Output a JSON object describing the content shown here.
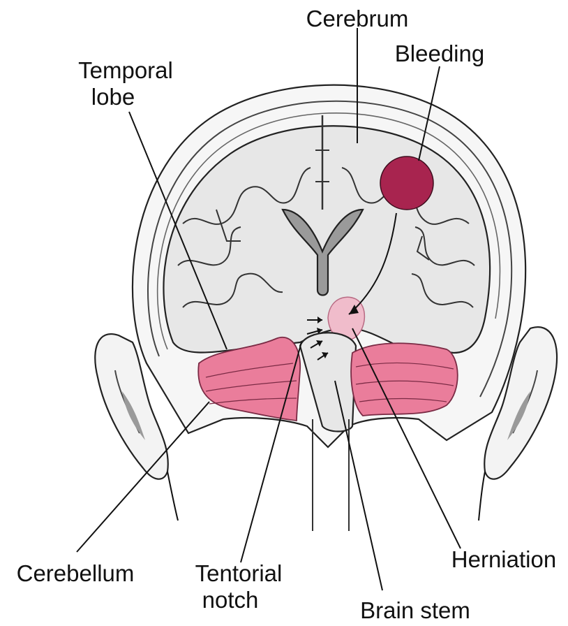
{
  "labels": {
    "cerebrum": "Cerebrum",
    "bleeding": "Bleeding",
    "temporal_lobe_line1": "Temporal",
    "temporal_lobe_line2": "lobe",
    "cerebellum": "Cerebellum",
    "tentorial_notch_line1": "Tentorial",
    "tentorial_notch_line2": "notch",
    "brain_stem": "Brain stem",
    "herniation": "Herniation"
  },
  "colors": {
    "bleeding": "#a8244f",
    "cerebellum": "#ea7d9b",
    "herniation": "#f0bccb",
    "brain_tissue": "#e7e7e7",
    "outline": "#222222"
  }
}
